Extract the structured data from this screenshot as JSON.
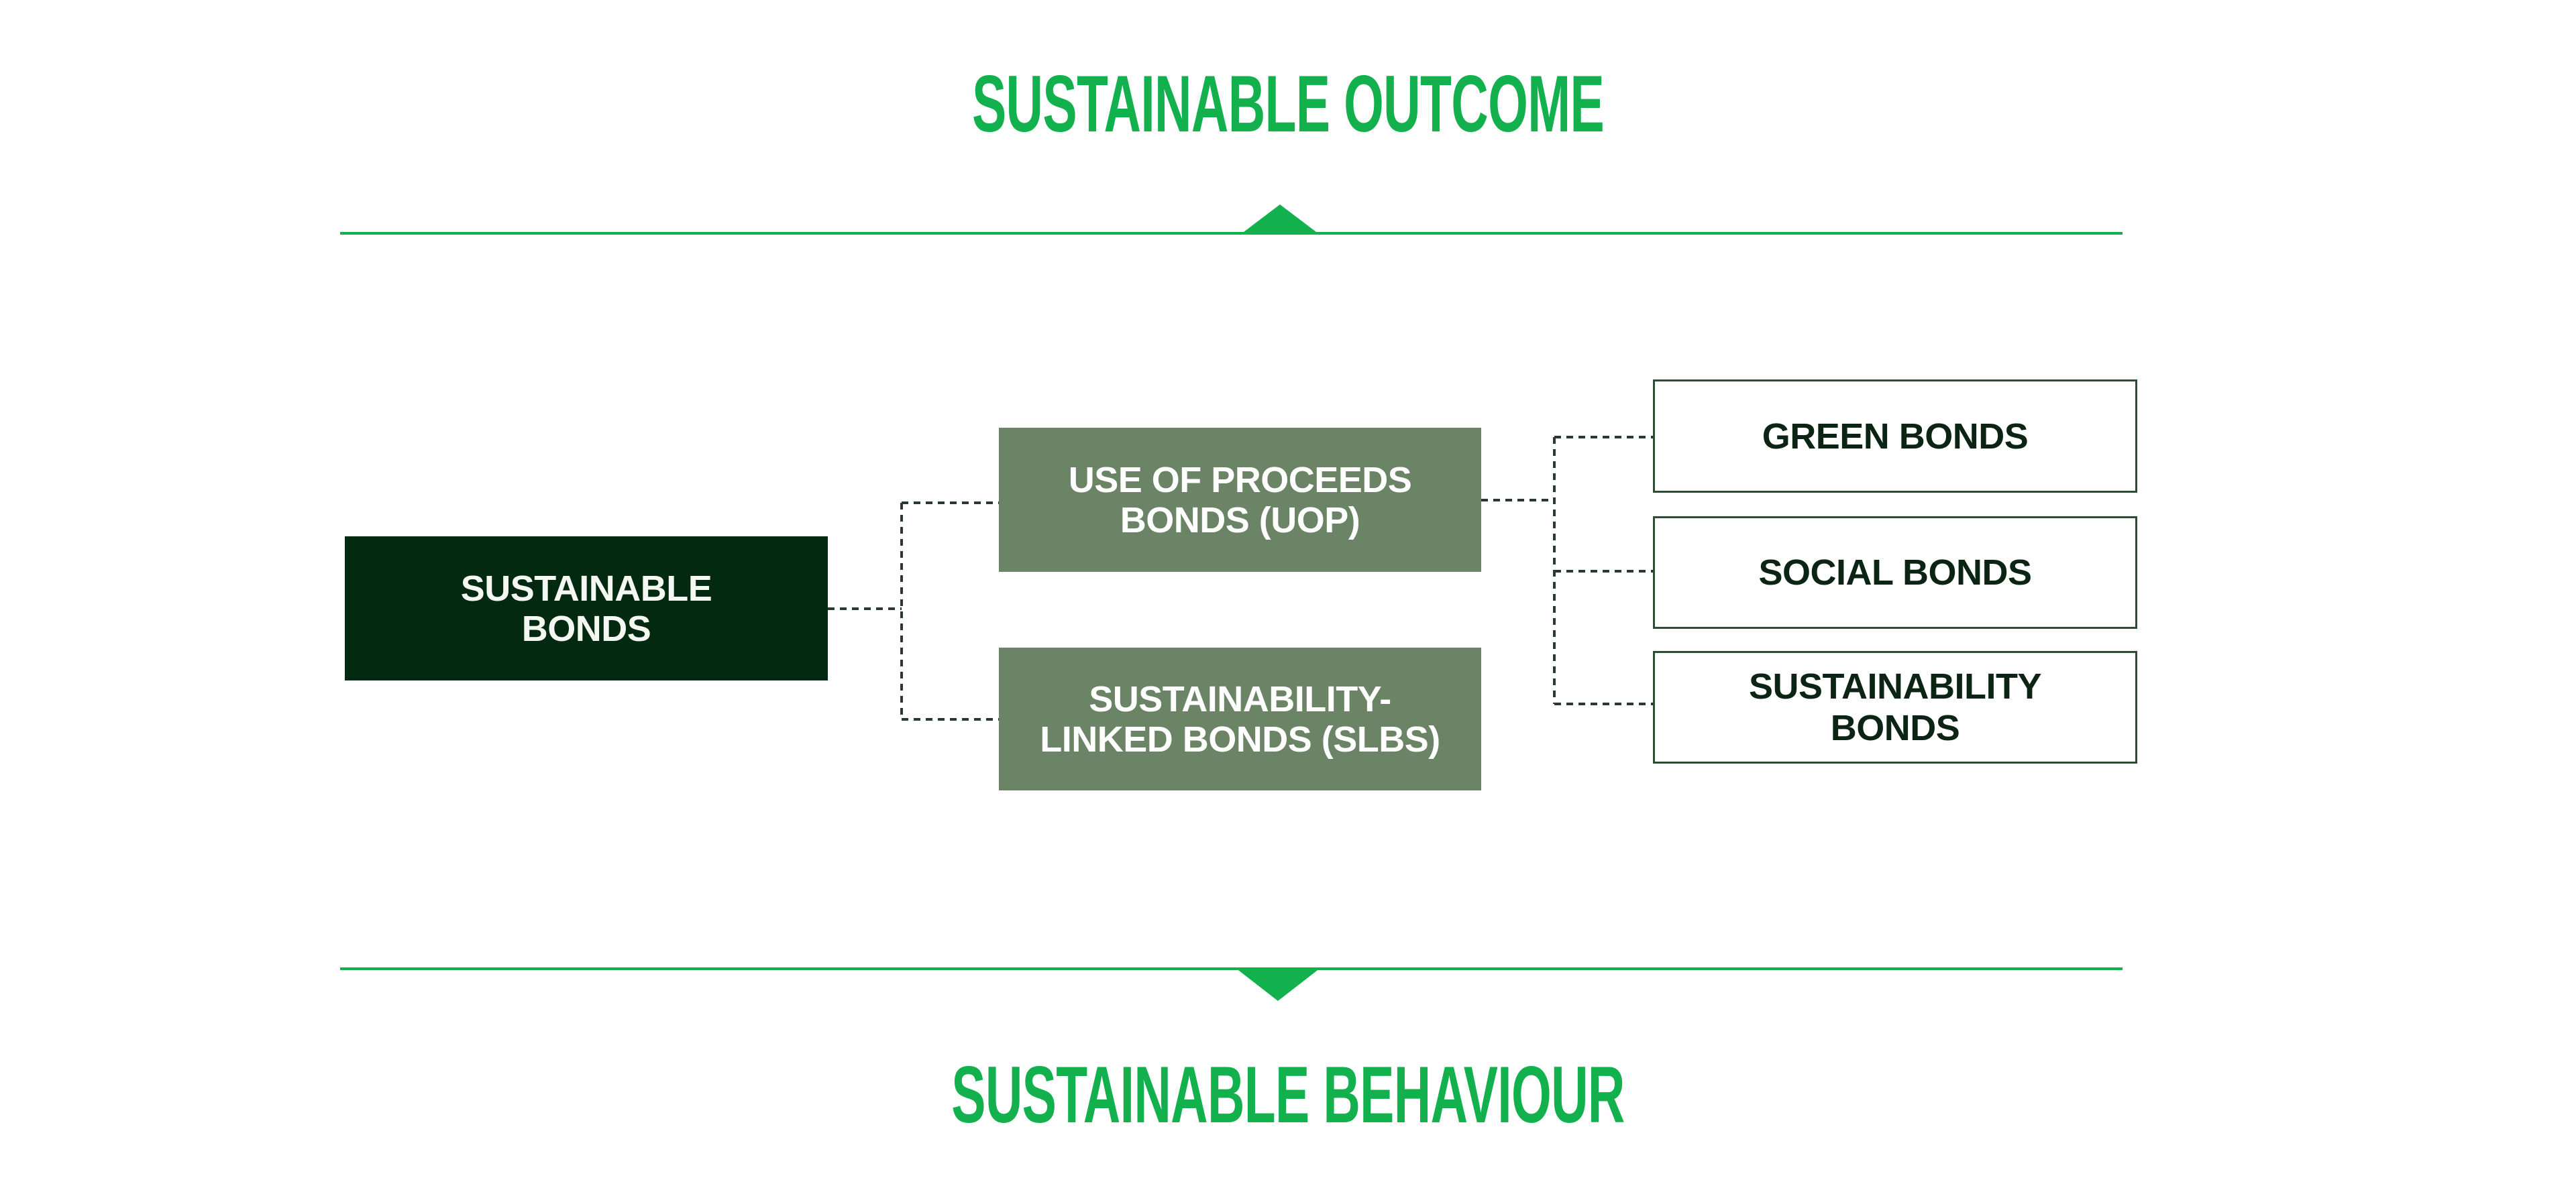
{
  "headings": {
    "top": "SUSTAINABLE OUTCOME",
    "bottom": "SUSTAINABLE BEHAVIOUR"
  },
  "colors": {
    "accent_green": "#12b14e",
    "root_fill": "#032a10",
    "mid_fill": "#6b8466",
    "leaf_border": "#2f4d36",
    "connector": "#2a3a30"
  },
  "diagram": {
    "root": {
      "label": "SUSTAINABLE\nBONDS"
    },
    "categories": [
      {
        "label": "USE OF PROCEEDS\nBONDS (UOP)",
        "children": [
          {
            "label": "GREEN BONDS"
          },
          {
            "label": "SOCIAL BONDS"
          },
          {
            "label": "SUSTAINABILITY\nBONDS"
          }
        ]
      },
      {
        "label": "SUSTAINABILITY-\nLINKED BONDS (SLBS)",
        "children": []
      }
    ]
  },
  "axis_markers": {
    "top_arrow": "up",
    "bottom_arrow": "down"
  }
}
